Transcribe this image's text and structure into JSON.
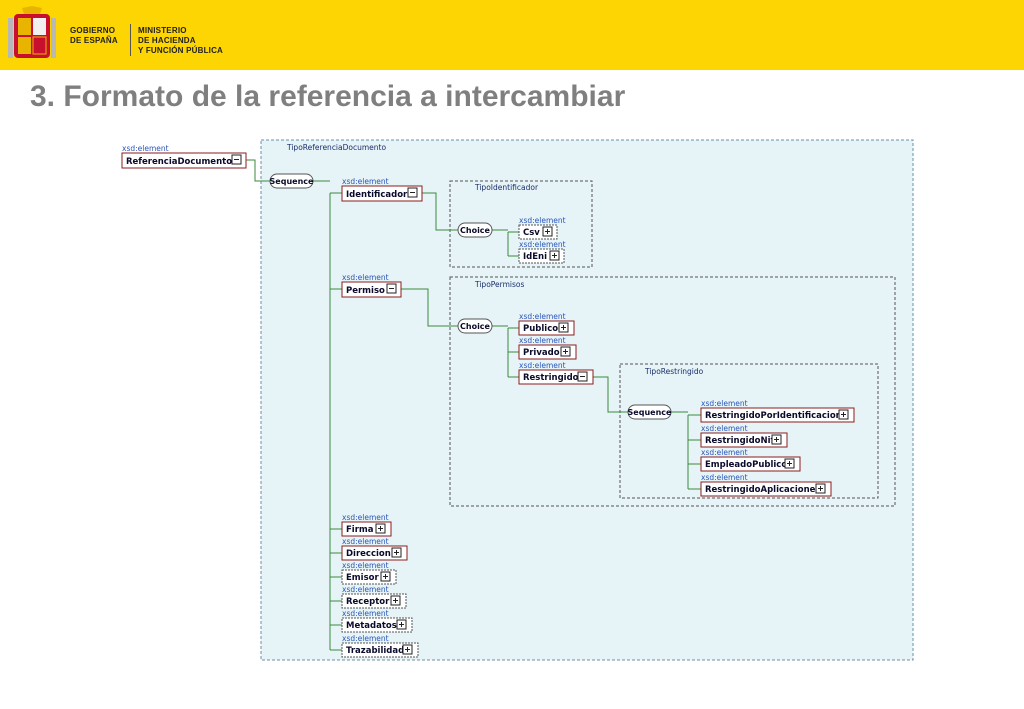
{
  "header": {
    "brand_left_line1": "GOBIERNO",
    "brand_left_line2": "DE ESPAÑA",
    "brand_right_line1": "MINISTERIO",
    "brand_right_line2": "DE HACIENDA",
    "brand_right_line3": "Y FUNCIÓN PÚBLICA",
    "bar_color": "#FDD503"
  },
  "title": "3. Formato de la referencia a intercambiar",
  "diagram": {
    "xsd_label": "xsd:element",
    "root": "ReferenciaDocumento",
    "types": {
      "root": "TipoReferenciaDocumento",
      "identificador": "TipoIdentificador",
      "permisos": "TipoPermisos",
      "restringido": "TipoRestringido"
    },
    "compositors": {
      "sequence": "Sequence",
      "choice": "Choice"
    },
    "elements": {
      "identificador": "Identificador",
      "csv": "Csv",
      "ideni": "IdEni",
      "permiso": "Permiso",
      "publico": "Publico",
      "privado": "Privado",
      "restringido": "Restringido",
      "restringido_por_identificacion": "RestringidoPorIdentificacion",
      "restringido_nif": "RestringidoNif",
      "empleado_publico": "EmpleadoPublico",
      "restringido_aplicaciones": "RestringidoAplicaciones",
      "firma": "Firma",
      "direccion": "Direccion",
      "emisor": "Emisor",
      "receptor": "Receptor",
      "metadatos": "Metadatos",
      "trazabilidad": "Trazabilidad"
    },
    "colors": {
      "type_box_fill": "#e6f4f8",
      "connector": "#3c8a3c",
      "element_border": "#8b1c1c",
      "xsd_label": "#2a56b8"
    }
  }
}
